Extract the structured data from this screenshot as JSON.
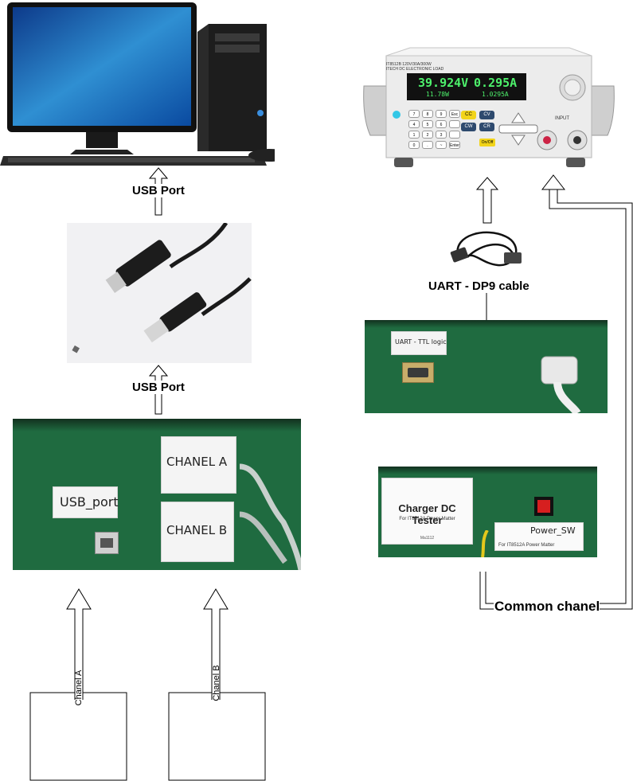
{
  "labels": {
    "usb_port_top": "USB Port",
    "usb_port_mid": "USB Port",
    "uart_cable": "UART - DP9 cable",
    "common_chanel": "Common chanel",
    "chanel_a_vertical": "Chanel A",
    "chanel_b_vertical": "Chanel B"
  },
  "board_left": {
    "usb_note": "USB_port",
    "chanel_a_note": "CHANEL A",
    "chanel_b_note": "CHANEL B"
  },
  "board_uart": {
    "note": "UART - TTL logic"
  },
  "board_tester": {
    "title": "Charger DC Tester",
    "subtitle": "For IT8512A Power Matter",
    "small_code": "Ma1112",
    "power_note": "Power_SW",
    "power_sub": "For IT8512A Power Matter"
  },
  "load_device": {
    "model_line1": "IT8512B 120V/30A/300W",
    "model_line2": "ITECH DC ELECTRONIC LOAD",
    "voltage": "39.924V",
    "current": "0.295A",
    "power": "11.78W",
    "current2": "1.0295A",
    "input_label": "INPUT",
    "keys": [
      "7",
      "8",
      "9",
      "Esc",
      "4",
      "5",
      "6",
      "",
      "1",
      "2",
      "3",
      "",
      "0",
      ".",
      "~",
      "Enter"
    ],
    "mode_keys": [
      "CC",
      "CV",
      "CW",
      "CR"
    ],
    "on_off": "On/Off"
  },
  "colors": {
    "board_green": "#1f6b40",
    "lcd_green": "#4df06b",
    "arrow_stroke": "#000000"
  }
}
